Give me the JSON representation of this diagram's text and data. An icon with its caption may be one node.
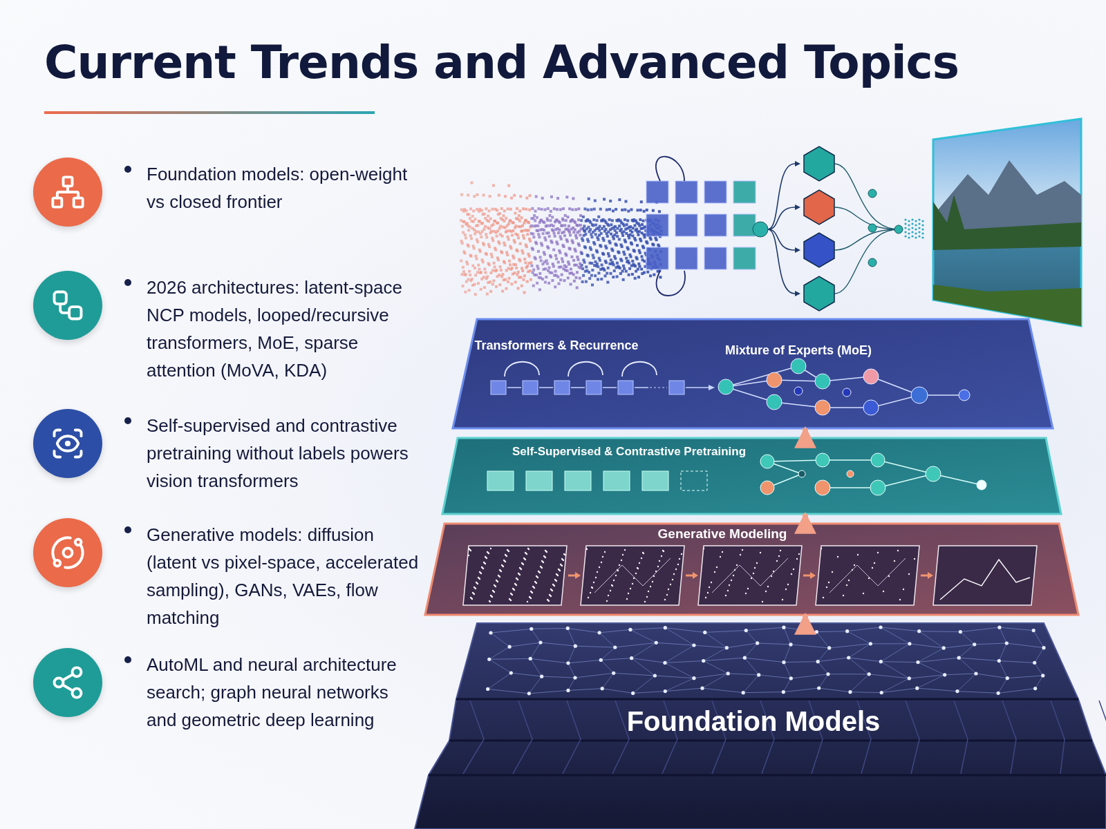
{
  "diagram": {
    "title": "Current Trends and Advanced Topics",
    "nodes": [
      {
        "text": [
          "Transformers & Recurrence",
          "Mixture of Experts (MoE)"
        ]
      },
      {
        "text": [
          "Self-Supervised & Contrastive Pretraining"
        ]
      },
      {
        "text": [
          "Generative Modeling"
        ]
      },
      {
        "text": [
          "Foundation Models"
        ]
      }
    ],
    "edges": [
      {
        "from": 3,
        "to": 2,
        "arrow": "to"
      },
      {
        "from": 2,
        "to": 1,
        "arrow": "to"
      },
      {
        "from": 1,
        "to": 0,
        "arrow": "to"
      }
    ],
    "labels": [
      "Foundation models: open-weight vs closed frontier",
      "2026 architectures: latent-space NCP models, looped/recursive transformers, MoE, sparse attention (MoVA, KDA)",
      "Self-supervised and contrastive pretraining without labels powers vision transformers",
      "Generative models: diffusion (latent vs pixel-space, accelerated sampling), GANs, VAEs, flow matching",
      "AutoML and neural architecture search; graph neural networks and geometric deep learning"
    ]
  }
}
